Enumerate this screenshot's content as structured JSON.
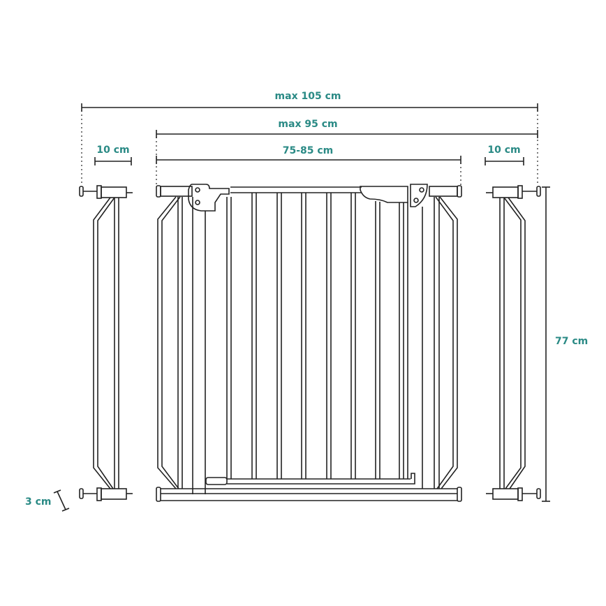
{
  "diagram": {
    "title": "Safety gate dimensions with extensions",
    "accent_color": "#2a8a85",
    "line_color": "#222222",
    "dimensions": {
      "max_total_width": "max 105 cm",
      "max_gate_width": "max 95 cm",
      "gate_width_range": "75-85 cm",
      "left_extension": "10 cm",
      "right_extension": "10 cm",
      "height": "77 cm",
      "bottom_clearance": "3 cm"
    },
    "components": [
      "left-extension-10cm",
      "main-gate",
      "right-extension-10cm"
    ]
  }
}
